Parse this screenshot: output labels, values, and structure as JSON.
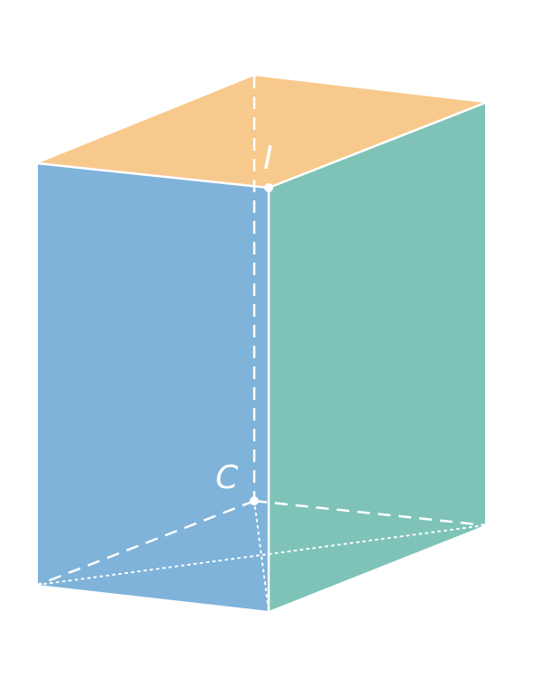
{
  "figure": {
    "faces": [
      {
        "name": "top-face",
        "color": "#F8C98D"
      },
      {
        "name": "front-left-face",
        "color": "#7FB3D9"
      },
      {
        "name": "front-right-face",
        "color": "#7FC3B8"
      }
    ],
    "edge_color": "#ffffff",
    "vertex_labels": {
      "top": "I",
      "bottom": "C"
    }
  }
}
